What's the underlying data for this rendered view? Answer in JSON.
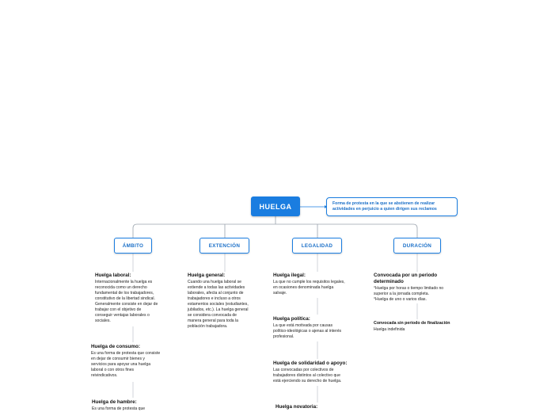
{
  "root": {
    "label": "HUELGA",
    "note": "Forma de protesta en la que se abstienen de realizar actividades en perjuicio a quien dirigen sus reclamos"
  },
  "categories": [
    {
      "label": "ÁMBITO"
    },
    {
      "label": "EXTENCIÓN"
    },
    {
      "label": "LEGALIDAD"
    },
    {
      "label": "DURACIÓN"
    }
  ],
  "ambito": [
    {
      "title": "Huelga laboral:",
      "text": "Internacionalmente la huelga es\nreconocida como un derecho\nfundamental de los trabajadores,\nconstitutivo de la libertad sindical.\nGeneralmente consiste en dejar de\ntrabajar con el objetivo de\nconseguir ventajas laborales o\nsociales."
    },
    {
      "title": "Huelga de consumo:",
      "text": "Es una forma de protesta que consiste\nen dejar de consumir bienes y\nservicios para apoyar una huelga\nlaboral o con otros fines\nreivindicativos."
    },
    {
      "title": "Huelga de hambre:",
      "text": "Es una forma de protesta que"
    }
  ],
  "extension": [
    {
      "title": "Huelga general:",
      "text": "Cuando una huelga laboral se\nextiende a todas las actividades\nlaborales, afecta al conjunto de\ntrabajadores e incluso a otros\nestamentos sociales (estudiantes,\njubilados, etc.). La huelga general\nse considera convocada de\nmanera general para toda la\npoblación trabajadora."
    }
  ],
  "legalidad": [
    {
      "title": "Huelga ilegal:",
      "text": "La que no cumple los requisitos legales,\nen ocasiones denominada huelga\nsalvaje."
    },
    {
      "title": "Huelga política:",
      "text": "La que está motivada por causas\npolítico-ideológicas o ajenas al interés\nprofesional."
    },
    {
      "title": "Huelga de solidaridad o apoyo:",
      "text": "Las convocadas por colectivos de\ntrabajadores distintos al colectivo que\nestá ejerciendo su derecho de huelga."
    },
    {
      "title": "Huelga novatoria:",
      "text": ""
    }
  ],
  "duracion": [
    {
      "title": "Convocada por un periodo\ndeterminado",
      "text": "°Huelga por horas o tiempo limitado no\nsuperior a la jornada completa.\n°Huelga de uno o varios días."
    },
    {
      "title": "Convocada sin periodo de finalización",
      "text": "Huelga indefinida"
    }
  ]
}
